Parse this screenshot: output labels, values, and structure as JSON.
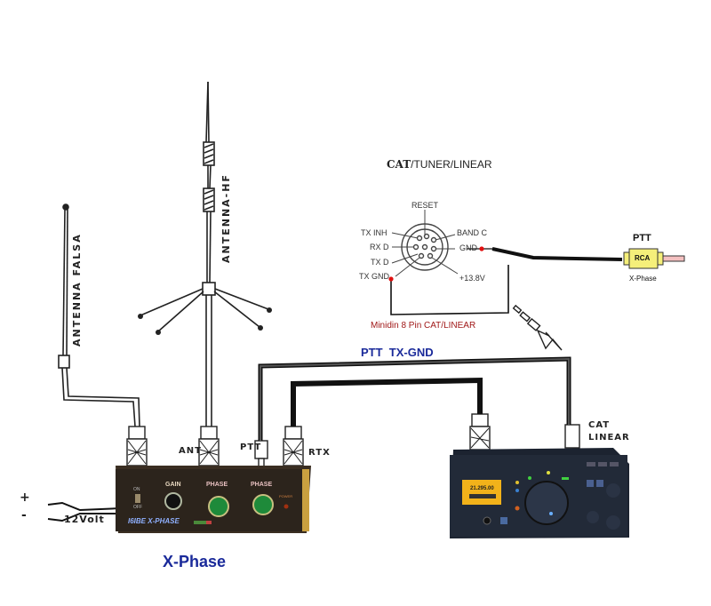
{
  "title": "X-Phase",
  "antennas": {
    "fake": "ANTENNA FALSA",
    "hf": "ANTENNA-HF"
  },
  "connectors": {
    "ant": "ANT",
    "ptt": "PTT",
    "rtx": "RTX",
    "cat_linear_line1": "CAT",
    "cat_linear_line2": "LINEAR"
  },
  "power": {
    "plus": "+",
    "minus": "-",
    "voltage": "12Volt"
  },
  "device": {
    "brand": "I6IBE X-PHASE",
    "switch_on": "ON",
    "switch_off": "OFF",
    "knob1": "GAIN",
    "knob2": "PHASE",
    "knob3": "PHASE",
    "power_led": "POWER",
    "colors": {
      "body": "#3a2e22",
      "knob_green": "#1e8a3a",
      "brand_text": "#8fb0ff"
    }
  },
  "radio": {
    "display_freq": "21.295.00",
    "colors": {
      "body": "#1c2330",
      "display": "#f2b21a"
    }
  },
  "cat_header": {
    "bold": "CAT",
    "rest": "/TUNER/LINEAR"
  },
  "minidin": {
    "caption": "Minidin 8 Pin CAT/LINEAR",
    "pins": {
      "reset": "RESET",
      "tx_inh": "TX INH",
      "band_c": "BAND C",
      "rx_d": "RX D",
      "gnd": "GND",
      "tx_d": "TX D",
      "tx_gnd": "TX GND",
      "v13_8": "+13.8V"
    },
    "colors": {
      "caption": "#a01818",
      "pin_dot": "#e01010"
    }
  },
  "ptt_plug": {
    "title": "PTT",
    "body": "RCA",
    "sub": "X-Phase",
    "colors": {
      "body": "#f5ef7a",
      "tip": "#f4c0c0"
    }
  },
  "cable_label": "PTT  TX-GND",
  "colors": {
    "title_blue": "#1a2a9a",
    "cable": "#111111"
  }
}
